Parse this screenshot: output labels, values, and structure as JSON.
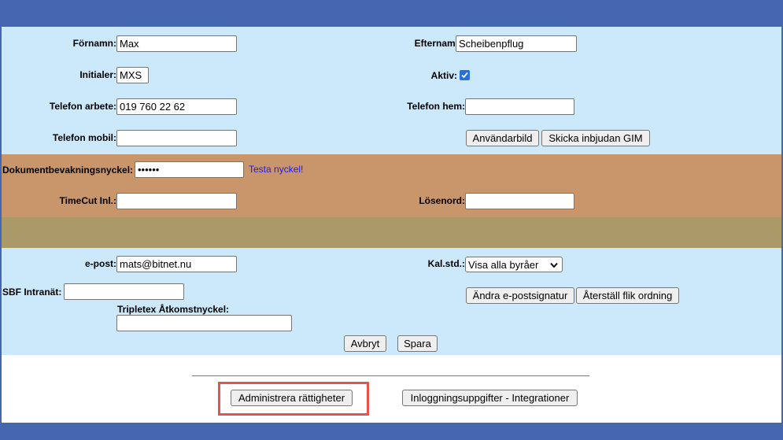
{
  "contact": {
    "firstname_label": "Förnamn:",
    "firstname_value": "Max",
    "lastname_label": "Efternamn:",
    "lastname_value": "Scheibenpflug",
    "initials_label": "Initialer:",
    "initials_value": "MXS",
    "active_label": "Aktiv:",
    "work_phone_label": "Telefon arbete:",
    "work_phone_value": "019 760 22 62",
    "home_phone_label": "Telefon hem:",
    "home_phone_value": "",
    "mobile_label": "Telefon mobil:",
    "mobile_value": "",
    "user_image_button": "Användarbild",
    "invite_gim_button": "Skicka inbjudan GIM"
  },
  "security": {
    "doc_key_label": "Dokumentbevakningsnyckel:",
    "doc_key_value": "••••••",
    "test_key_link": "Testa nyckel!",
    "timecut_label": "TimeCut Inl.:",
    "timecut_value": "",
    "password_label": "Lösenord:",
    "password_value": ""
  },
  "settings": {
    "email_label": "e-post:",
    "email_value": "mats@bitnet.nu",
    "calendar_label": "Kal.std.:",
    "calendar_selected": "Visa alla byråer",
    "sbf_label": "SBF Intranät:",
    "sbf_value": "",
    "tripletex_label": "Tripletex Åtkomstnyckel:",
    "tripletex_value": "",
    "change_signature_button": "Ändra e-postsignatur",
    "reset_tabs_button": "Återställ flik ordning",
    "cancel_button": "Avbryt",
    "save_button": "Spara"
  },
  "footer": {
    "admin_rights_button": "Administrera rättigheter",
    "integration_button": "Inloggningsuppgifter - Integrationer"
  },
  "colors": {
    "frame": "#4567b0",
    "light_blue": "#cce8fb",
    "tan": "#c9956a",
    "olive": "#a99a68",
    "highlight": "#e5534b",
    "link": "#1a1aff"
  }
}
